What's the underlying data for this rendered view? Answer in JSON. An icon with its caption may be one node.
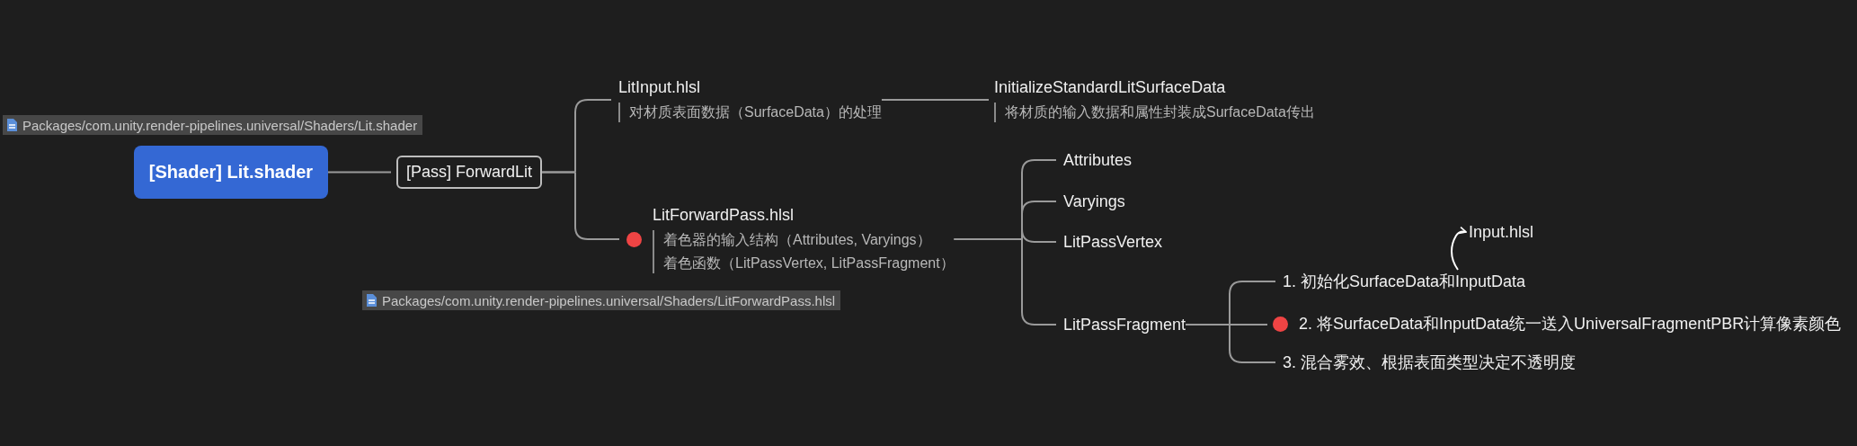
{
  "diagram": {
    "nodes": [
      {
        "text": [
          "[Shader] Lit.shader"
        ]
      },
      {
        "text": [
          "[Pass] ForwardLit"
        ]
      },
      {
        "text": [
          "LitInput.hlsl",
          "对材质表面数据（SurfaceData）的处理"
        ]
      },
      {
        "text": [
          "InitializeStandardLitSurfaceData",
          "将材质的输入数据和属性封装成SurfaceData传出"
        ]
      },
      {
        "text": [
          "LitForwardPass.hlsl",
          "着色器的输入结构（Attributes, Varyings）",
          "着色函数（LitPassVertex, LitPassFragment）"
        ]
      },
      {
        "text": [
          "Attributes"
        ]
      },
      {
        "text": [
          "Varyings"
        ]
      },
      {
        "text": [
          "LitPassVertex"
        ]
      },
      {
        "text": [
          "LitPassFragment"
        ]
      },
      {
        "text": [
          "1. 初始化SurfaceData和InputData"
        ]
      },
      {
        "text": [
          "2. 将SurfaceData和InputData统一送入UniversalFragmentPBR计算像素颜色"
        ]
      },
      {
        "text": [
          "3. 混合雾效、根据表面类型决定不透明度"
        ]
      },
      {
        "text": [
          "Input.hlsl"
        ]
      }
    ],
    "edges": [
      {
        "from": 0,
        "to": 1,
        "arrow": "none"
      },
      {
        "from": 1,
        "to": 2,
        "arrow": "none"
      },
      {
        "from": 1,
        "to": 4,
        "arrow": "none"
      },
      {
        "from": 2,
        "to": 3,
        "arrow": "none"
      },
      {
        "from": 4,
        "to": 5,
        "arrow": "none"
      },
      {
        "from": 4,
        "to": 6,
        "arrow": "none"
      },
      {
        "from": 4,
        "to": 7,
        "arrow": "none"
      },
      {
        "from": 4,
        "to": 8,
        "arrow": "none"
      },
      {
        "from": 8,
        "to": 9,
        "arrow": "none"
      },
      {
        "from": 8,
        "to": 10,
        "arrow": "none"
      },
      {
        "from": 8,
        "to": 11,
        "arrow": "none"
      },
      {
        "from": 9,
        "to": 12,
        "arrow": "to",
        "color": "#ffffff"
      }
    ],
    "labels": [
      "Packages/com.unity.render-pipelines.universal/Shaders/Lit.shader",
      "Packages/com.unity.render-pipelines.universal/Shaders/LitForwardPass.hlsl"
    ]
  }
}
